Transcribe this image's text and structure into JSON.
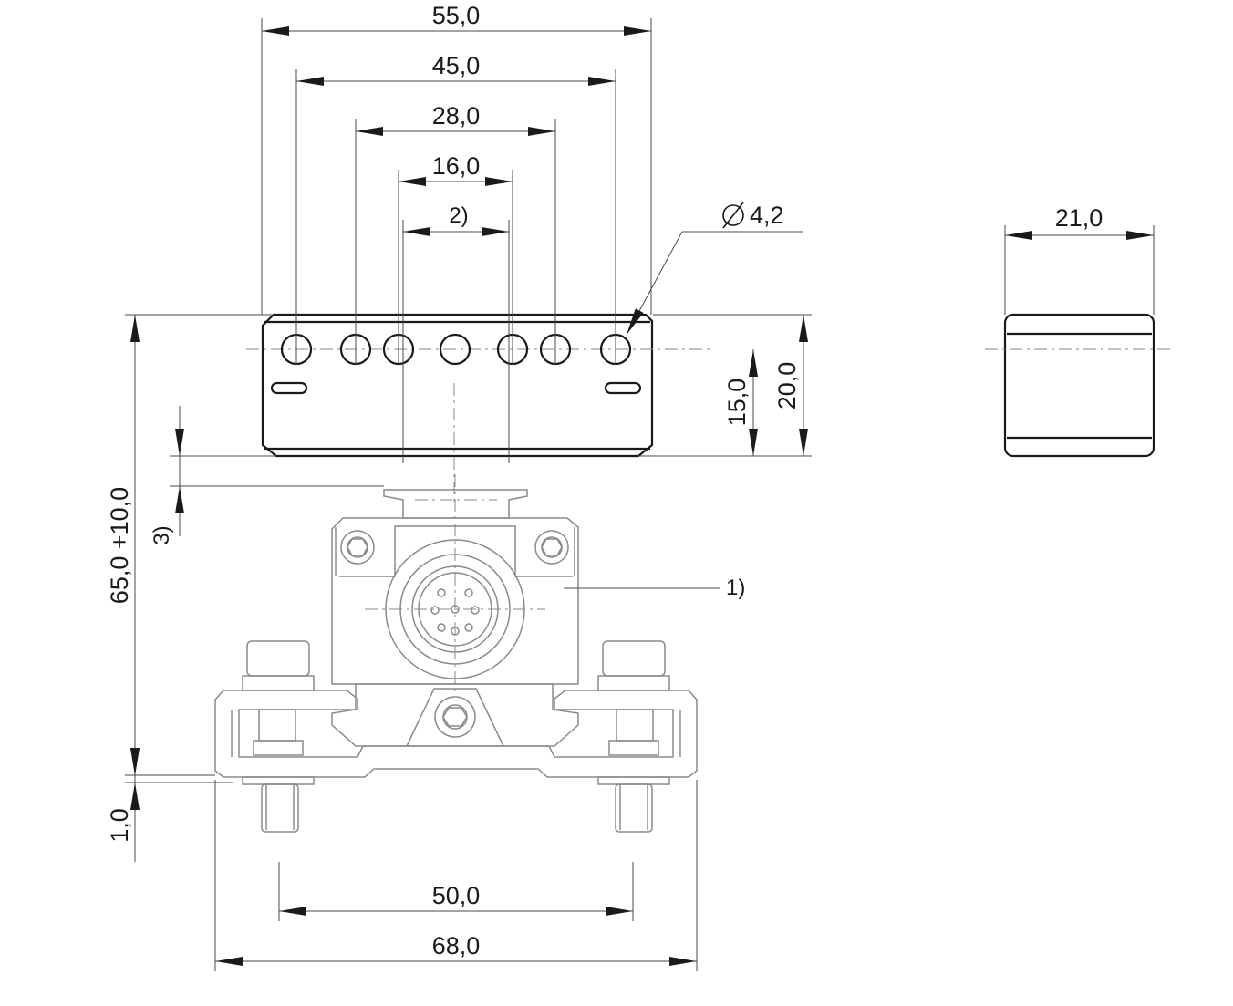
{
  "dimensions": {
    "top_overall_width": "55,0",
    "hole_outer_spacing": "45,0",
    "hole_middle_spacing": "28,0",
    "hole_inner_spacing": "16,0",
    "note_2": "2)",
    "hole_diameter": "4,2",
    "side_depth": "21,0",
    "hole_height": "15,0",
    "plate_height": "20,0",
    "note_3": "3)",
    "overall_height": "65,0 +10,0",
    "note_1": "1)",
    "rail_offset": "1,0",
    "bolt_spacing": "50,0",
    "base_width": "68,0"
  },
  "symbols": {
    "diameter": "diameter-icon"
  }
}
